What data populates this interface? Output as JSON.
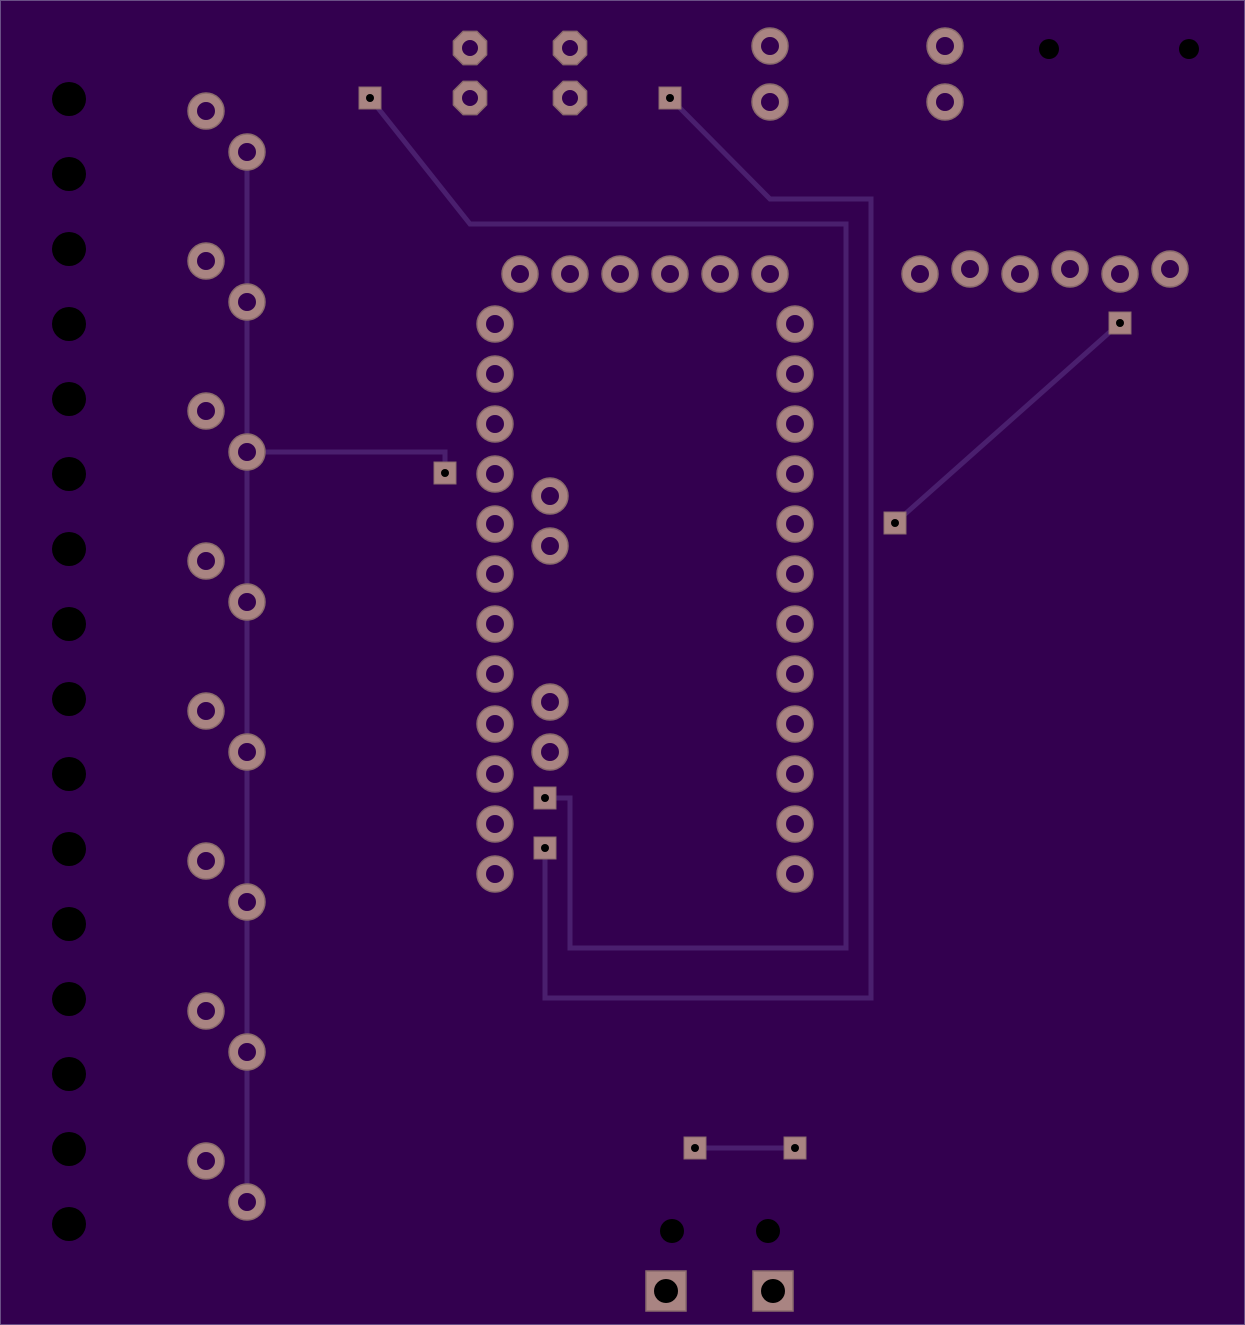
{
  "colors": {
    "board": "#33004f",
    "edge": "#6a4f86",
    "trace": "#4a1f6e",
    "pad": "#a98482",
    "pad_edge": "#8a6a6c",
    "hole": "#000000"
  },
  "components": [
    "edge-holes-left",
    "resistor-pairs-left",
    "header-top-octagon",
    "header-top-round",
    "dip-socket",
    "right-header-row",
    "vias",
    "bottom-connector"
  ]
}
